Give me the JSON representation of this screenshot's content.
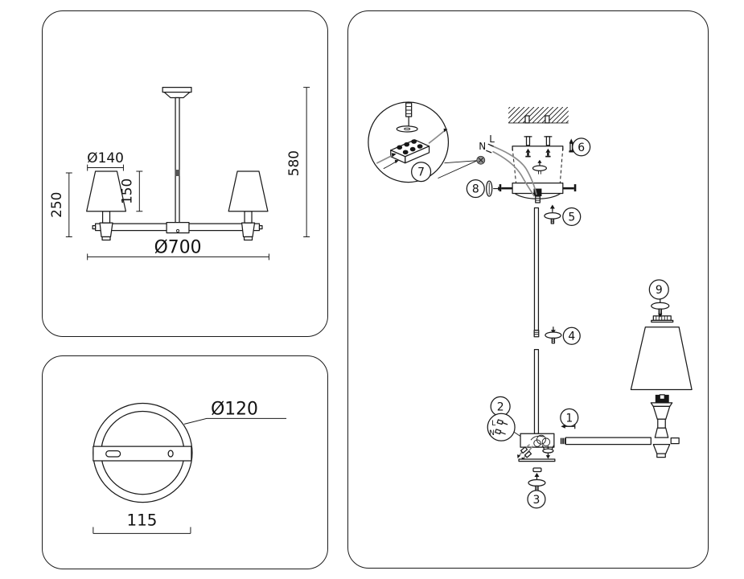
{
  "side_view": {
    "shade_diameter": "Ø140",
    "shade_height": "150",
    "drop_height": "250",
    "fixture_height": "580",
    "fixture_diameter": "Ø700"
  },
  "ceiling_view": {
    "canopy_diameter": "Ø120",
    "bracket_width": "115"
  },
  "assembly": {
    "steps": [
      "1",
      "2",
      "3",
      "4",
      "5",
      "6",
      "7",
      "8",
      "9"
    ],
    "wire_live": "L",
    "wire_neutral": "N",
    "detail_wire_live": "L",
    "detail_wire_neutral": "N"
  },
  "colors": {
    "line": "#1a1a1a",
    "wire": "#8c8c8c",
    "metal": "#161616",
    "background": "#ffffff"
  }
}
